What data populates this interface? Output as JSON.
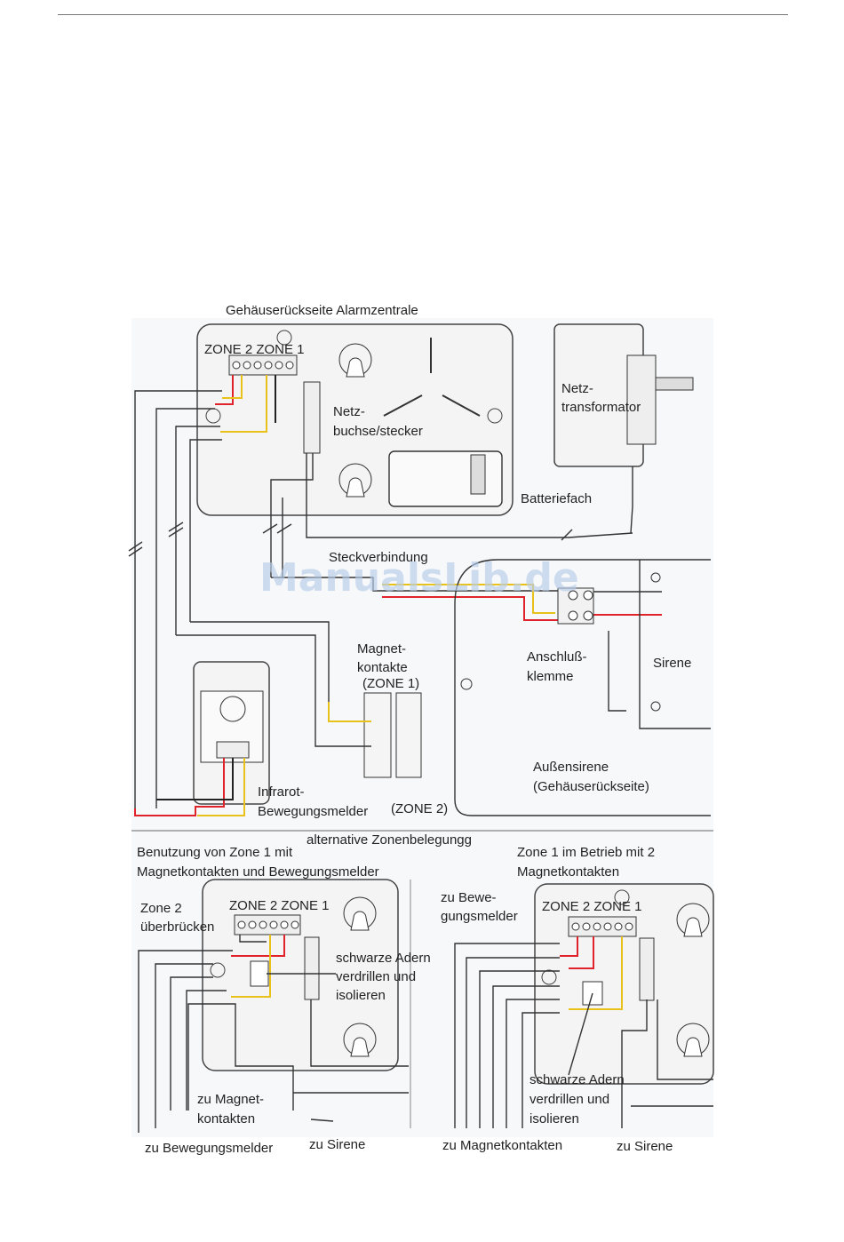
{
  "labels": {
    "title": "Gehäuserückseite Alarmzentrale",
    "zone_header": "ZONE 2  ZONE 1",
    "netz_transformator_1": "Netz-",
    "netz_transformator_2": "transformator",
    "netzbuchse_1": "Netz-",
    "netzbuchse_2": "buchse/stecker",
    "batteriefach": "Batteriefach",
    "steckverbindung": "Steckverbindung",
    "magnet_1": "Magnet-",
    "magnet_2": "kontakte",
    "magnet_zone": "(ZONE 1)",
    "anschluss_1": "Anschluß-",
    "anschluss_2": "klemme",
    "sirene": "Sirene",
    "aussensirene_1": "Außensirene",
    "aussensirene_2": "(Gehäuserückseite)",
    "infrarot_1": "Infrarot-",
    "infrarot_2": "Bewegungsmelder",
    "zone2": "(ZONE 2)",
    "alternative": "alternative Zonenbelegungg",
    "left_heading_1": "Benutzung von Zone 1 mit",
    "left_heading_2": "Magnetkontakten und Bewegungsmelder",
    "zone2_bruecken_1": "Zone 2",
    "zone2_bruecken_2": "überbrücken",
    "schwarze_1": "schwarze Adern",
    "schwarze_2": "verdrillen und",
    "schwarze_3": "isolieren",
    "zu_magnet_1": "zu Magnet-",
    "zu_magnet_2": "kontakten",
    "zu_bewegungsmelder": "zu Bewegungsmelder",
    "zu_sirene": "zu Sirene",
    "right_heading_1": "Zone 1 im Betrieb mit 2",
    "right_heading_2": "Magnetkontakten",
    "zu_bewe_1": "zu Bewe-",
    "zu_bewe_2": "gungsmelder",
    "zu_magnetkontakten": "zu Magnetkontakten",
    "watermark": "ManualsLib.de"
  },
  "colors": {
    "wire_red": "#e0222a",
    "wire_yellow": "#e8c21a",
    "wire_black": "#222222",
    "watermark": "#b7cdea",
    "background": "#ffffff"
  }
}
